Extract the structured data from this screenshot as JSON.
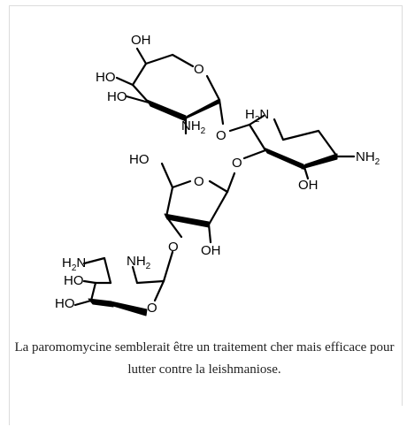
{
  "figure": {
    "caption": "La paromomycine semblerait être un traitement cher mais efficace pour lutter contre la leishmaniose."
  },
  "atoms": {
    "oh_top": "OH",
    "ho_1": "HO",
    "o_ring1": "O",
    "ho_2": "HO",
    "nh2_1": "NH",
    "nh2_1_sub": "2",
    "o_link1": "O",
    "h2n_2": "H",
    "h2n_2_sub": "2",
    "h2n_2_n": "N",
    "nh2_3": "NH",
    "nh2_3_sub": "2",
    "o_link2": "O",
    "ho_furan": "HO",
    "o_furan": "O",
    "oh_mid": "OH",
    "o_link3": "O",
    "oh_furan2": "OH",
    "h2n_4": "H",
    "h2n_4_sub": "2",
    "h2n_4_n": "N",
    "nh2_5": "NH",
    "nh2_5_sub": "2",
    "ho_3": "HO",
    "ho_4": "HO",
    "o_ring4": "O"
  }
}
